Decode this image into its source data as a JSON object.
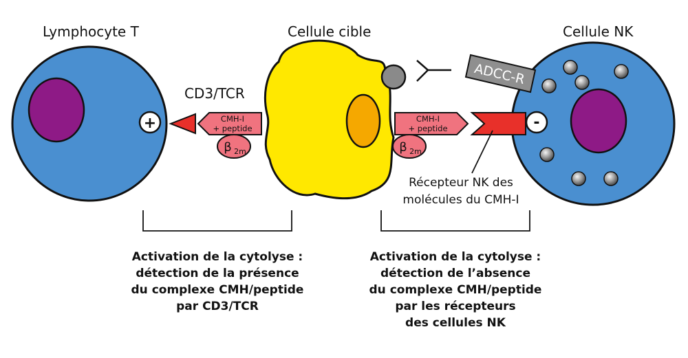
{
  "labels": {
    "lymphocyte_t": "Lymphocyte T",
    "cellule_cible": "Cellule cible",
    "cellule_nk": "Cellule NK",
    "cd3_tcr": "CD3/TCR",
    "adcc_r": "ADCC-R",
    "plus_sign": "+",
    "minus_sign": "-",
    "cmh_left_line1": "CMH-I",
    "cmh_left_line2": "+ peptide",
    "cmh_right_line1": "CMH-I",
    "cmh_right_line2": "+ peptide",
    "beta_main": "β",
    "beta_sub": "2m",
    "nk_receptor_line1": "Récepteur NK des",
    "nk_receptor_line2": "molécules du CMH-I"
  },
  "captions": {
    "left": [
      "Activation de la cytolyse :",
      "détection de la présence",
      "du complexe CMH/peptide",
      "par CD3/TCR"
    ],
    "right": [
      "Activation de la cytolyse :",
      "détection de l’absence",
      "du complexe CMH/peptide",
      "par les récepteurs",
      "des cellules NK"
    ]
  },
  "colors": {
    "cell_blue": "#4a8fd0",
    "nucleus_purple": "#8e1a86",
    "target_yellow": "#ffe800",
    "target_nucleus_orange": "#f5a800",
    "mhc_pink": "#f0737f",
    "receptor_red": "#e8302a",
    "granule_grey": "#8a8a8a",
    "adcc_grey": "#8f8f8f"
  }
}
